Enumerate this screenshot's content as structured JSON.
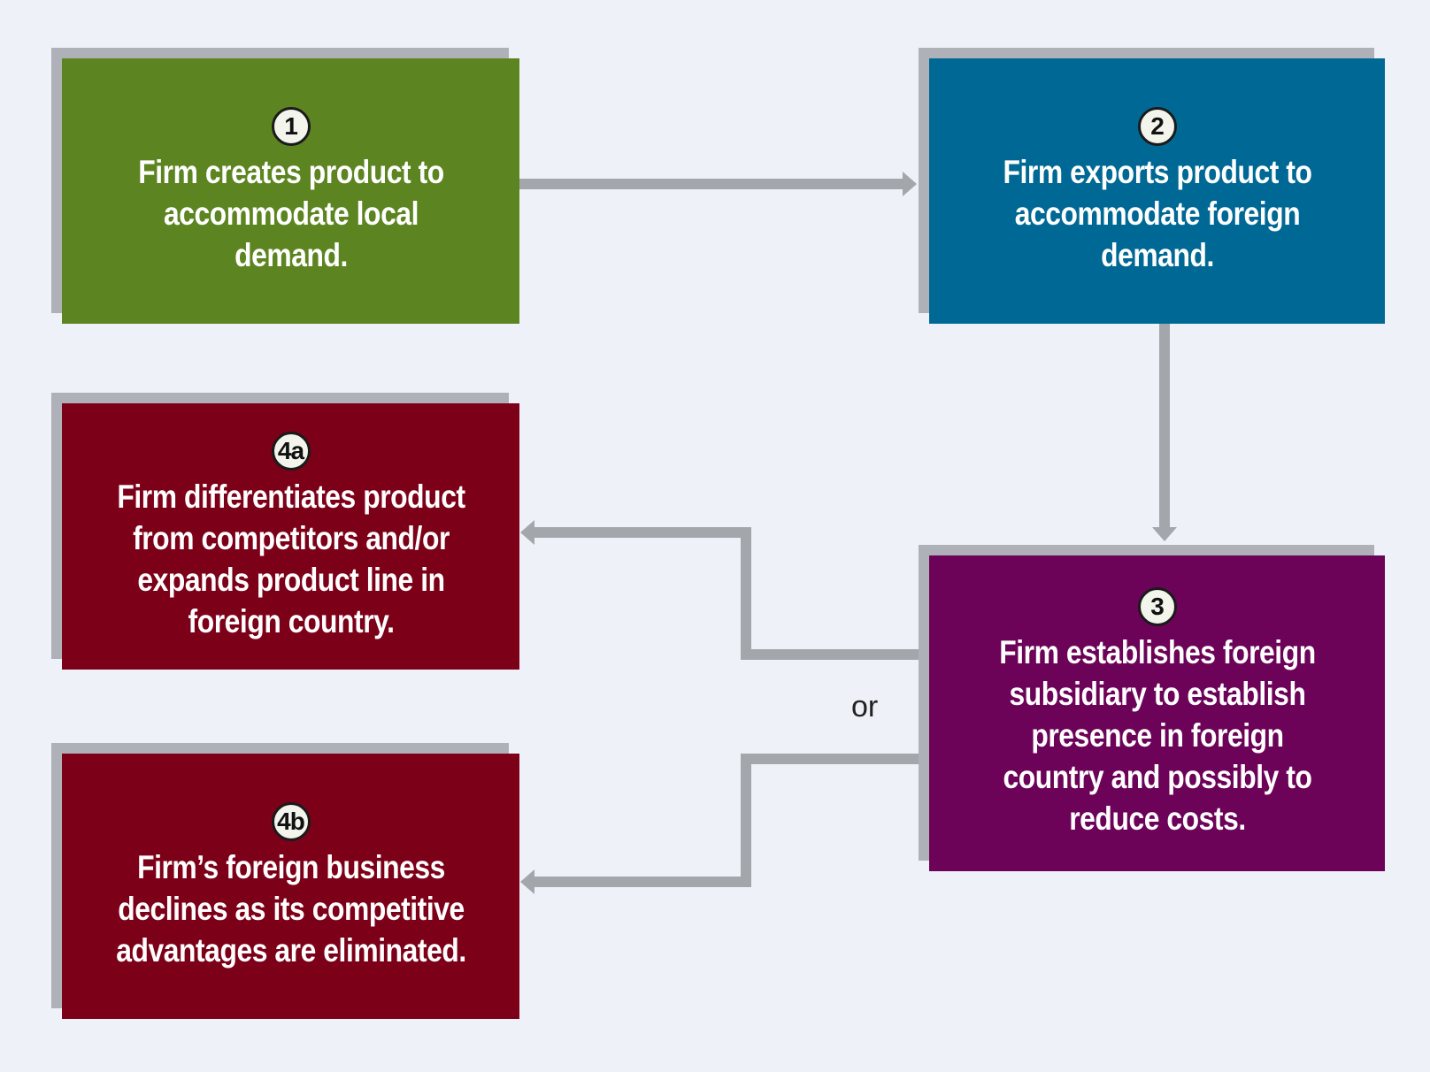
{
  "colors": {
    "background": "#eef1f8",
    "step1": "#5c8420",
    "step2": "#006894",
    "step3": "#6c0358",
    "step4": "#7c0018",
    "connector": "#a3a6aa",
    "shadow": "#aeb2b8"
  },
  "steps": {
    "step1": {
      "badge": "1",
      "text": "Firm creates product to accommodate local demand."
    },
    "step2": {
      "badge": "2",
      "text": "Firm exports product to accommodate foreign demand."
    },
    "step3": {
      "badge": "3",
      "text": "Firm establishes foreign subsidiary to establish presence in foreign country and possibly to reduce costs."
    },
    "step4a": {
      "badge": "4a",
      "text": "Firm differentiates product from competitors and/or expands product line in foreign country."
    },
    "step4b": {
      "badge": "4b",
      "text": "Firm’s foreign business declines as its competitive advantages are eliminated."
    }
  },
  "branch_label": "or"
}
